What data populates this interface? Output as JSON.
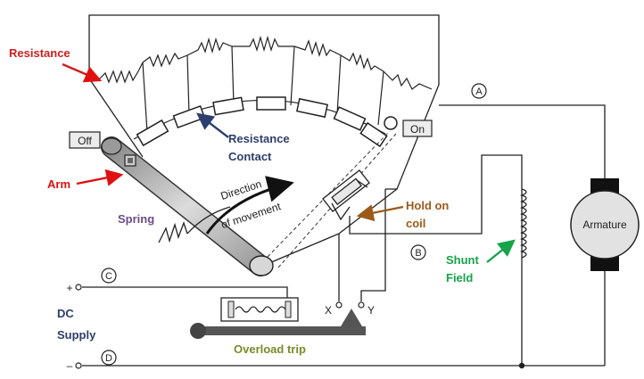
{
  "annotations": {
    "resistance": "Resistance",
    "resistance_contact_line1": "Resistance",
    "resistance_contact_line2": "Contact",
    "arm": "Arm",
    "spring": "Spring",
    "hold_on_coil_line1": "Hold on",
    "hold_on_coil_line2": "coil",
    "shunt_field_line1": "Shunt",
    "shunt_field_line2": "Field",
    "dc_supply_line1": "DC",
    "dc_supply_line2": "Supply",
    "overload_trip": "Overload trip"
  },
  "diagram_labels": {
    "off": "Off",
    "on": "On",
    "direction_line1": "Direction",
    "direction_line2": "of movement",
    "armature": "Armature",
    "node_a": "A",
    "node_b": "B",
    "node_c": "C",
    "node_d": "D",
    "plus": "+",
    "minus": "–",
    "x": "X",
    "y": "Y"
  },
  "colors": {
    "resistance": "#cc1f1f",
    "resistance_contact": "#2c3e6b",
    "arm": "#e01010",
    "spring": "#6b4c8a",
    "hold_on_coil": "#9c5a1a",
    "shunt_field": "#16a34a",
    "dc_supply": "#2c3e6b",
    "overload_trip": "#7a8a2a",
    "line": "#222222"
  }
}
